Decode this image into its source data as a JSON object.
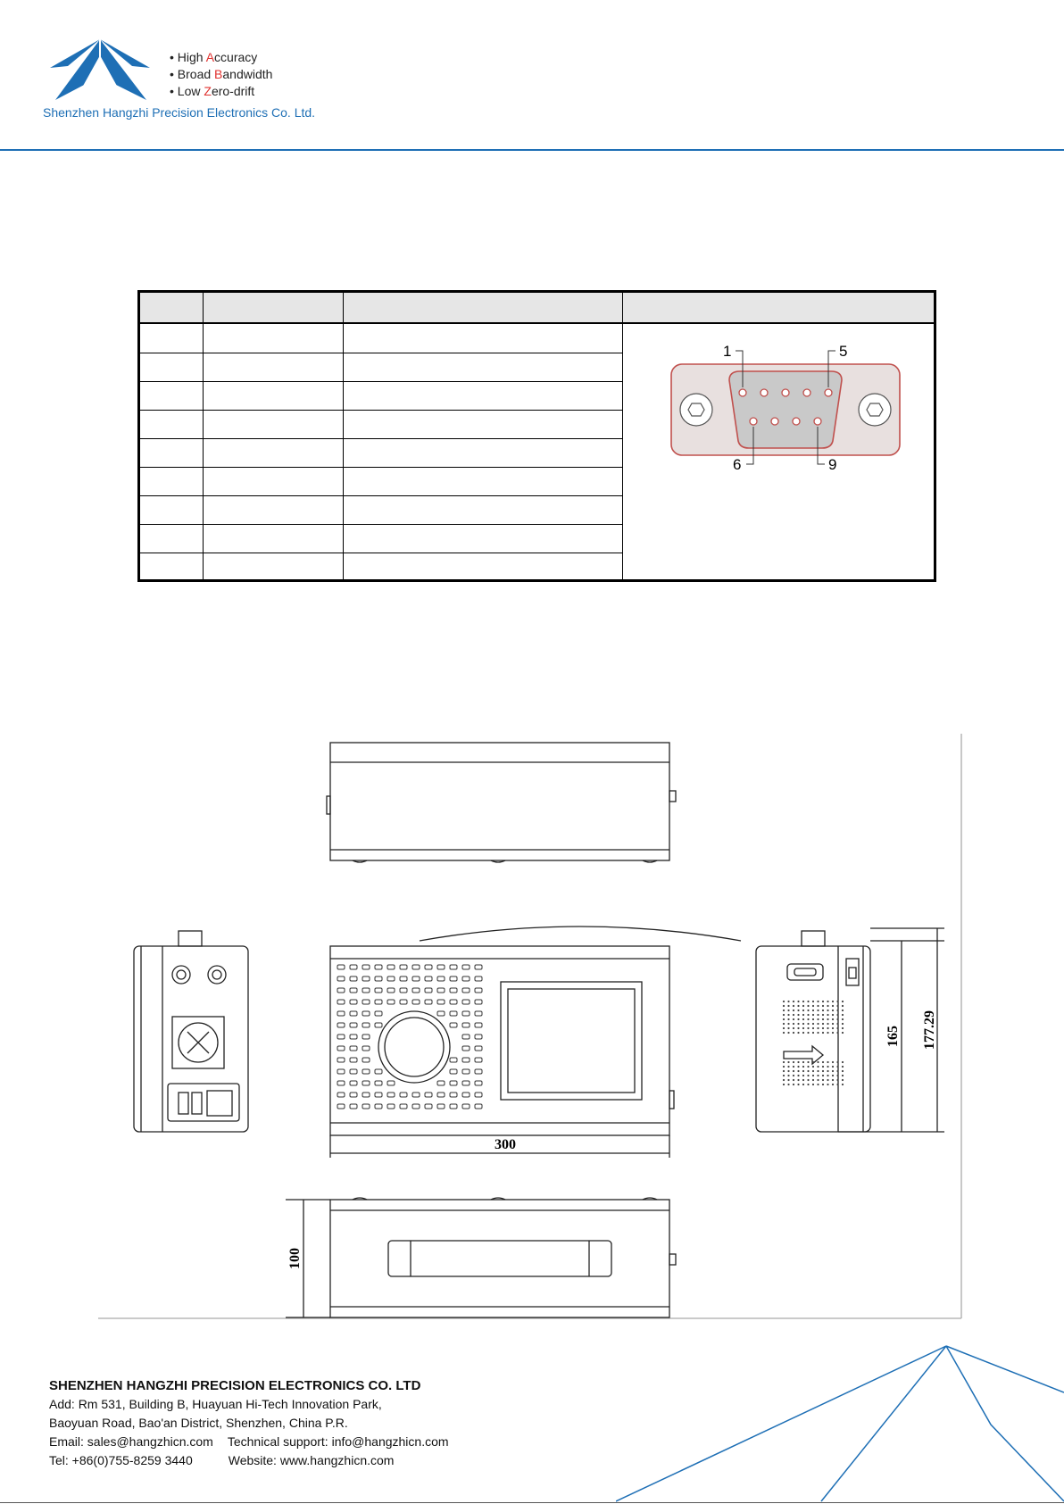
{
  "header": {
    "taglines": [
      {
        "prefix": "• High ",
        "accent": "A",
        "rest": "ccuracy"
      },
      {
        "prefix": "• Broad ",
        "accent": "B",
        "rest": "andwidth"
      },
      {
        "prefix": "• Low ",
        "accent": "Z",
        "rest": "ero-drift"
      }
    ],
    "company": "Shenzhen Hangzhi Precision Electronics Co. Ltd.",
    "accent_color": "#1e6fb5",
    "highlight_color": "#e0312e"
  },
  "pin_table": {
    "headers": [
      "",
      "",
      "",
      ""
    ],
    "rows": [
      [
        "",
        "",
        ""
      ],
      [
        "",
        "",
        ""
      ],
      [
        "",
        "",
        ""
      ],
      [
        "",
        "",
        ""
      ],
      [
        "",
        "",
        ""
      ],
      [
        "",
        "",
        ""
      ],
      [
        "",
        "",
        ""
      ],
      [
        "",
        "",
        ""
      ],
      [
        "",
        "",
        ""
      ]
    ],
    "connector_labels": {
      "pin1": "1",
      "pin5": "5",
      "pin6": "6",
      "pin9": "9"
    }
  },
  "drawing": {
    "dim_width": "300",
    "dim_height": "165",
    "dim_total_height": "177.29",
    "dim_depth": "100"
  },
  "footer": {
    "company": "SHENZHEN HANGZHI PRECISION ELECTRONICS CO. LTD",
    "address_1": "Add: Rm 531, Building B, Huayuan Hi-Tech Innovation Park,",
    "address_2": "Baoyuan Road, Bao'an District, Shenzhen, China P.R.",
    "email": "Email: sales@hangzhicn.com",
    "support": "Technical support: info@hangzhicn.com",
    "tel": "Tel: +86(0)755-8259 3440",
    "website": "Website: www.hangzhicn.com"
  }
}
